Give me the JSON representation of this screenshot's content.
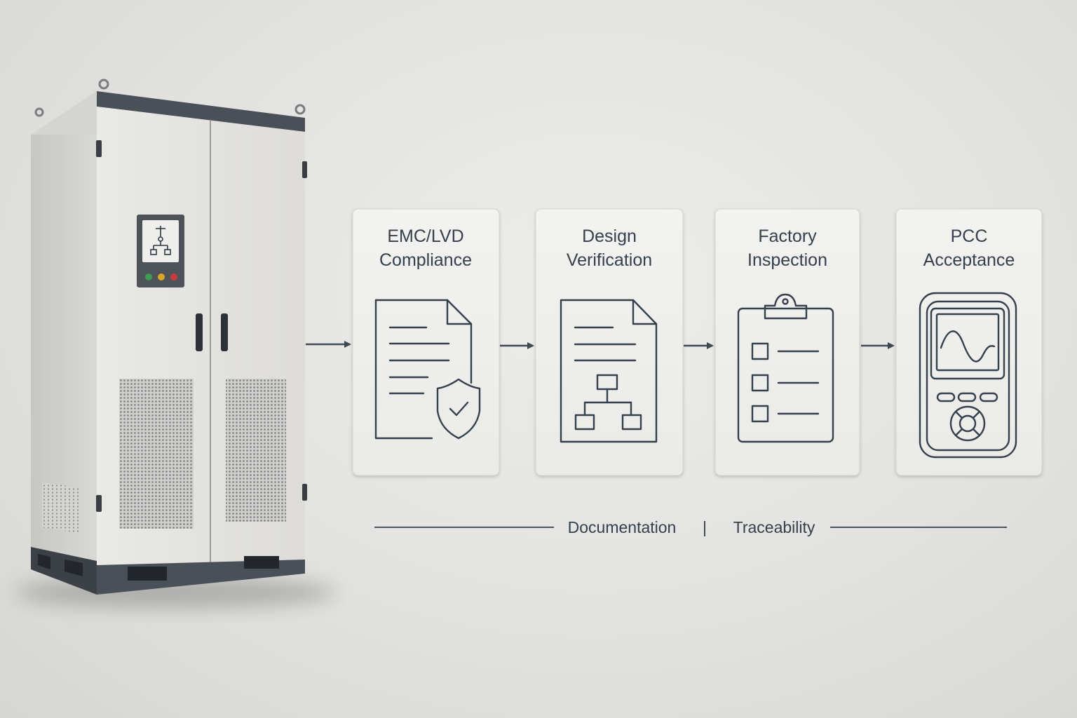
{
  "steps": [
    {
      "line1": "EMC/LVD",
      "line2": "Compliance",
      "icon": "document-shield-icon"
    },
    {
      "line1": "Design",
      "line2": "Verification",
      "icon": "document-hierarchy-icon"
    },
    {
      "line1": "Factory",
      "line2": "Inspection",
      "icon": "clipboard-checklist-icon"
    },
    {
      "line1": "PCC",
      "line2": "Acceptance",
      "icon": "power-quality-analyzer-icon"
    }
  ],
  "footer": {
    "left": "Documentation",
    "separator": "|",
    "right": "Traceability"
  },
  "cabinet": {
    "display_icon": "single-line-diagram-icon",
    "indicator_colors": [
      "#3f9a52",
      "#d8a72a",
      "#c8393b"
    ]
  },
  "colors": {
    "ink": "#34404c",
    "card": "#efefed",
    "cabinet_body": "#e6e6e2",
    "cabinet_trim": "#4a5058"
  }
}
